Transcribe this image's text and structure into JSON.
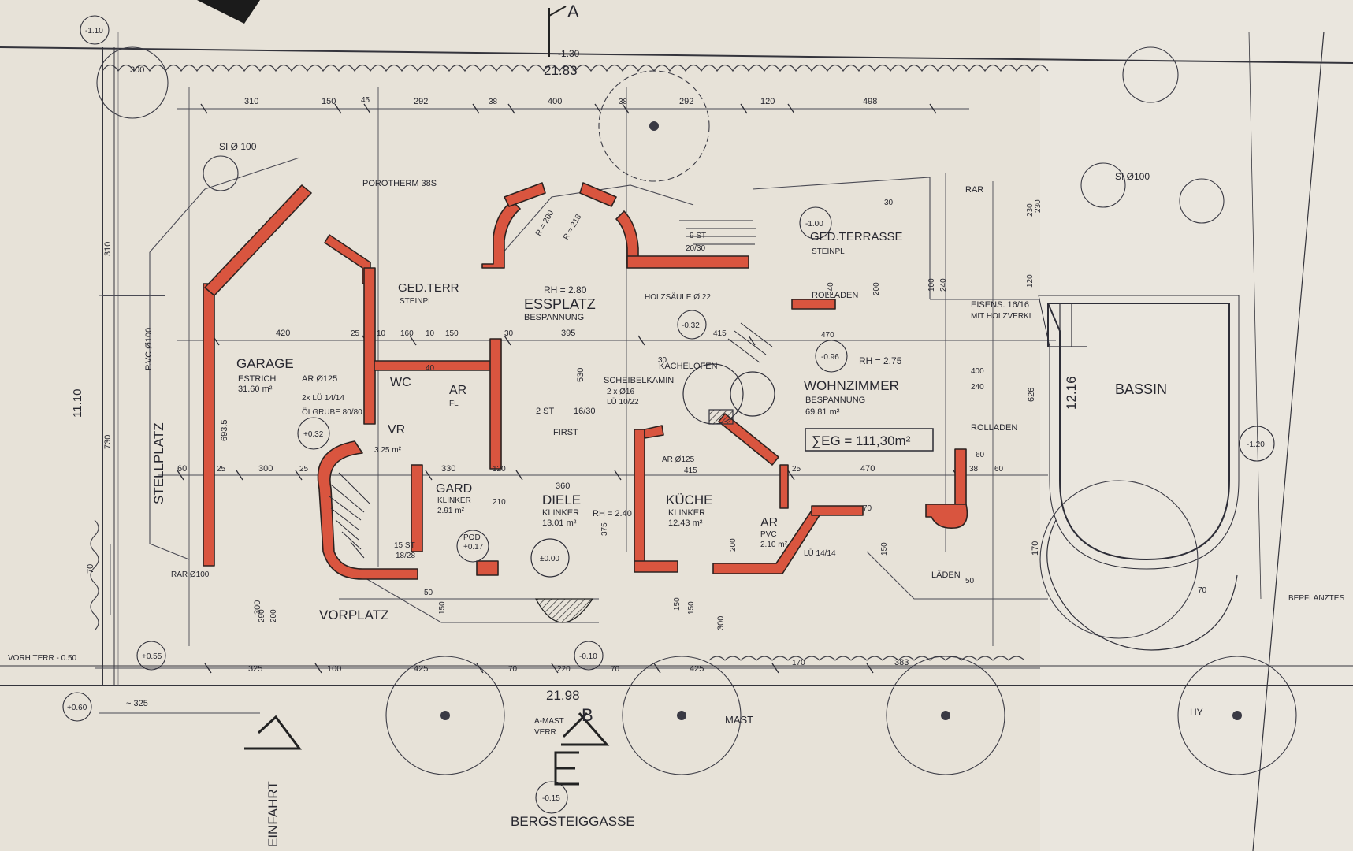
{
  "colors": {
    "paper": "#e7e2d8",
    "ink": "#2a2a33",
    "wall_fill": "#d9553f",
    "wall_stroke": "#2c2220",
    "faint": "#8c8a86"
  },
  "icons": {
    "north_marker": "section-arrow-icon",
    "entry_arrow": "triangle-arrow-icon",
    "tree": "tree-icon"
  },
  "section_marks": {
    "top": "A",
    "top_elev": "-1.30",
    "top_height": "21.83",
    "bottom": "B",
    "bottom_height": "21.98",
    "bottom_sym": "E"
  },
  "rooms": [
    {
      "id": "garage",
      "name": "GARAGE",
      "sub": "ESTRICH",
      "area": "31.60 m²"
    },
    {
      "id": "essplatz",
      "name": "ESSPLATZ",
      "sub": "BESPANNUNG",
      "rh": "RH = 2.80"
    },
    {
      "id": "wohnzimmer",
      "name": "WOHNZIMMER",
      "sub": "BESPANNUNG",
      "area": "69.81 m²",
      "rh": "RH = 2.75"
    },
    {
      "id": "kueche",
      "name": "KÜCHE",
      "sub": "KLINKER",
      "area": "12.43 m²"
    },
    {
      "id": "diele",
      "name": "DIELE",
      "sub": "KLINKER",
      "area": "13.01 m²",
      "rh": "RH = 2.40"
    },
    {
      "id": "gard",
      "name": "GARD",
      "sub": "KLINKER",
      "area": "2.91 m²"
    },
    {
      "id": "wc",
      "name": "WC"
    },
    {
      "id": "ar1",
      "name": "AR",
      "sub": "FL"
    },
    {
      "id": "ar2",
      "name": "AR",
      "sub": "PVC",
      "area": "2.10 m²"
    },
    {
      "id": "vr",
      "name": "VR",
      "area": "3.25 m²"
    },
    {
      "id": "bassin",
      "name": "BASSIN"
    }
  ],
  "terraces": [
    {
      "name": "GED.TERR",
      "sub": "STEINPL"
    },
    {
      "name": "GED.TERRASSE",
      "sub": "STEINPL"
    }
  ],
  "outside_labels": {
    "stellplatz": "STELLPLATZ",
    "vorplatz": "VORPLATZ",
    "street": "BERGSTEIGGASSE",
    "einfahrt": "EINFAHRT",
    "bepflanztes": "BEPFLANZTES",
    "vorh_terr": "VORH TERR - 0.50",
    "porotherm": "POROTHERM 38S",
    "mast": "MAST",
    "amast": "A-MAST",
    "verr": "VERR",
    "hy": "HY",
    "pvc100": "P.VC Ø100",
    "rar100": "RAR Ø100"
  },
  "notes": {
    "total_area": "∑EG = 111,30m²",
    "kachelofen": "KACHELOFEN",
    "scheibelkamin": "SCHEIBELKAMIN",
    "kamin_dims": "2 x Ø16",
    "kamin_lu": "LÜ 10/22",
    "holzsaeule": "HOLZSÄULE Ø 22",
    "eisens": "EISENS. 16/16",
    "mit_holzverkl": "MIT HOLZVERKL",
    "rolladen1": "ROLLADEN",
    "rolladen2": "ROLLADEN",
    "laden": "LÄDEN",
    "rar_top": "RAR",
    "si100_left": "SI Ø 100",
    "si100_right": "SI Ø100",
    "ar125_garage": "AR Ø125",
    "lu_garage": "2x LÜ 14/14",
    "oelgrube": "ÖLGRUBE 80/80",
    "ar125_kueche": "AR Ø125",
    "ar125_kueche_dim": "415",
    "lu_ar2": "LÜ 14/14",
    "stair1": "2 ST",
    "stair1_dim": "16/30",
    "first": "FIRST",
    "stair2": "9 ST",
    "stair2_dim": "20/30",
    "stair3": "15 ST",
    "stair3_dim": "18/28",
    "radius1": "R = 200",
    "radius2": "R = 218",
    "pool_dim": "12.16",
    "pod": "POD",
    "dim_11_10": "11.10"
  },
  "elevations": [
    "-1.10",
    "-1.00",
    "-0.32",
    "-0.96",
    "+0.32",
    "±0.00",
    "+0.17",
    "-0.10",
    "+0.55",
    "+0.60",
    "-0.15",
    "-1.20"
  ],
  "dimensions": {
    "top_row": [
      "310",
      "150",
      "45",
      "292",
      "38",
      "400",
      "38",
      "292",
      "120",
      "498"
    ],
    "mid_row": [
      "420",
      "25",
      "10",
      "160",
      "10",
      "150",
      "30",
      "395",
      "415"
    ],
    "lower_row": [
      "60",
      "25",
      "300",
      "25",
      "330",
      "120",
      "360",
      "25",
      "470",
      "38",
      "60"
    ],
    "bottom_row": [
      "325",
      "100",
      "425",
      "70",
      "220",
      "70",
      "425",
      "170",
      "383"
    ],
    "misc": [
      "300",
      "300",
      "300",
      "~ 325",
      "310",
      "530",
      "626",
      "170",
      "70",
      "240",
      "400",
      "240",
      "200",
      "240",
      "100",
      "210",
      "120",
      "230",
      "60",
      "30",
      "30",
      "40",
      "50",
      "70",
      "150",
      "150",
      "200",
      "230",
      "290",
      "200",
      "375",
      "150",
      "150",
      "70",
      "50",
      "693.5",
      "730",
      "470",
      "12.16"
    ]
  }
}
